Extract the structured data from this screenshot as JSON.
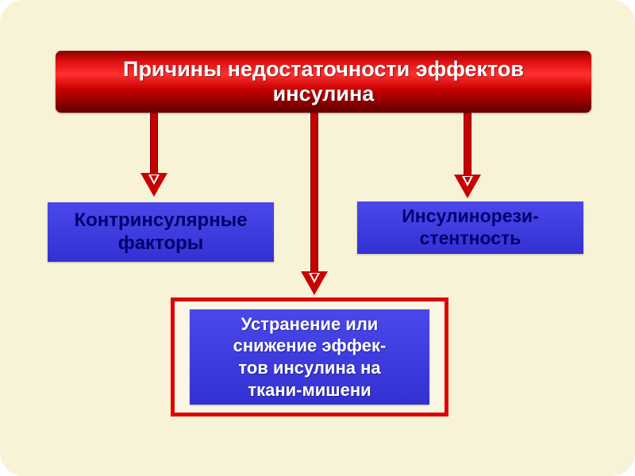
{
  "slide": {
    "title": {
      "line1": "Причины недостаточности эффектов",
      "line2": "инсулина"
    },
    "left_box": {
      "line1": "Контринсулярные",
      "line2": "факторы"
    },
    "right_box": {
      "line1": "Инсулинорези-",
      "line2": "стентность"
    },
    "center_box": {
      "line1": "Устранение или",
      "line2": "снижение эффек-",
      "line3": "тов инсулина на",
      "line4": "ткани-мишени"
    },
    "colors": {
      "background": "#F8F2D6",
      "banner_red": "#C80000",
      "box_blue": "#3533D9",
      "navy_text": "#00006E",
      "arrow_red": "#C80000",
      "frame_red": "#DD0000",
      "center_text": "#FFFFFF"
    }
  }
}
